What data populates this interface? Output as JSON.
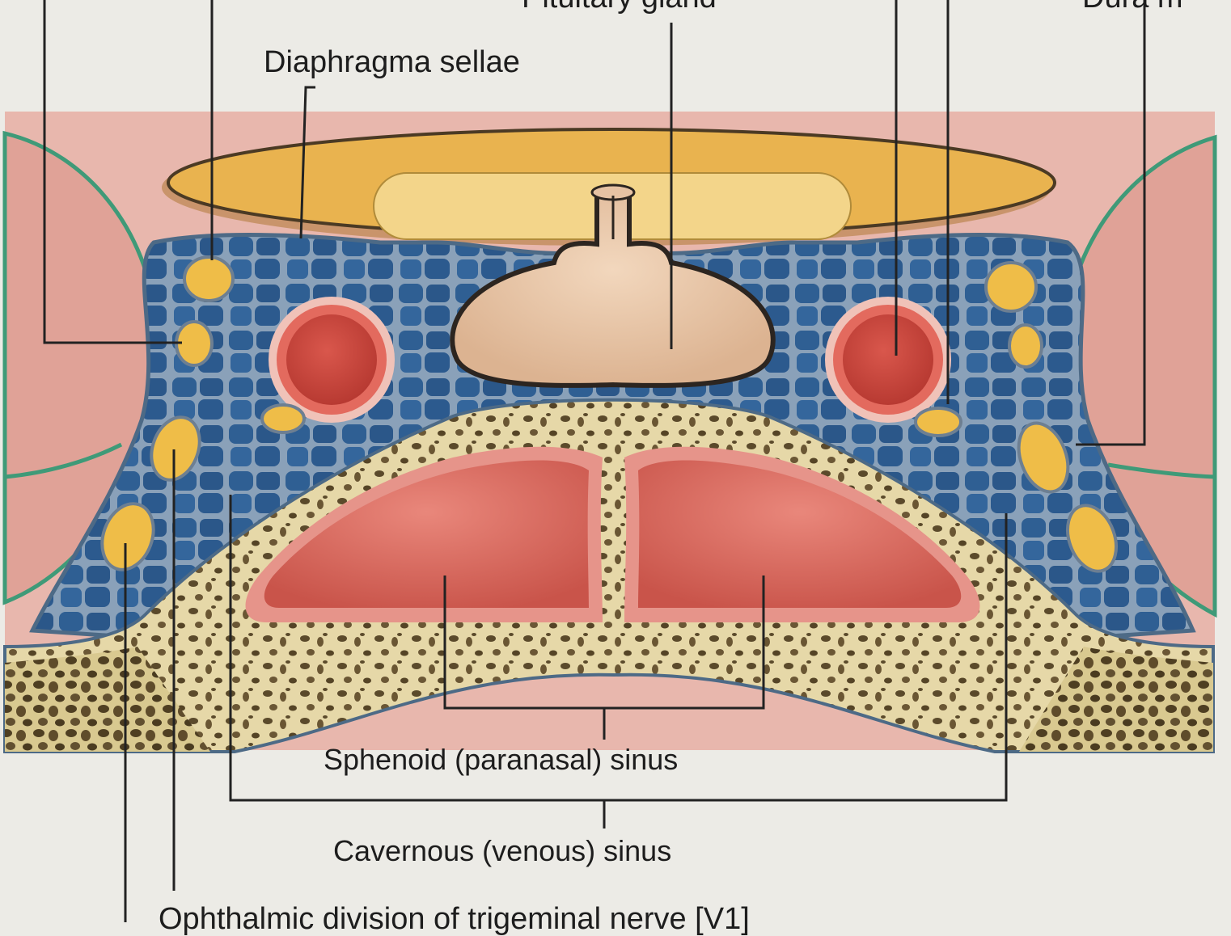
{
  "labels": {
    "pituitary_gland": "Pituitary gland",
    "diaphragma_sellae": "Diaphragma sellae",
    "dura_mater": "Dura m",
    "sphenoid_sinus": "Sphenoid (paranasal) sinus",
    "cavernous_sinus": "Cavernous (venous) sinus",
    "ophthalmic_division": "Ophthalmic division of trigeminal nerve [V1]"
  },
  "colors": {
    "page": "#ecebe6",
    "dura_background": "#e9b9b0",
    "brain_pink": "#e4a99f",
    "venous_blue": "#2f5f93",
    "trabecula": "#8aa1b9",
    "nerve_yellow": "#efbd48",
    "artery_red": "#c8463d",
    "sinus_red": "#d8675c",
    "bone_tan": "#e8dcae",
    "bone_dark": "#5a4a2c",
    "pituitary_tan": "#e7c4a4",
    "optic_yellow": "#f0c860",
    "arachnoid_green": "#3f9a78"
  }
}
